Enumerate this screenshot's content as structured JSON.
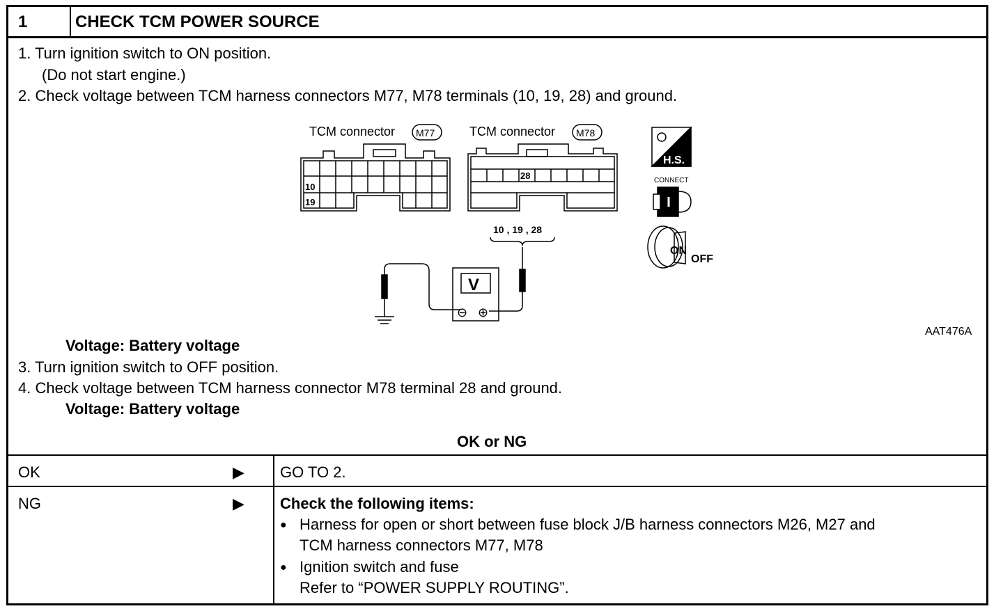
{
  "header": {
    "step": "1",
    "title": "CHECK TCM POWER SOURCE"
  },
  "steps": [
    {
      "text": "1.  Turn ignition switch to ON position."
    },
    {
      "text": "(Do not start engine.)"
    },
    {
      "text": "2.  Check voltage between TCM harness connectors M77, M78 terminals (10, 19, 28) and ground."
    }
  ],
  "diagram": {
    "conn1_label": "TCM connector",
    "conn1_id": "M77",
    "conn2_label": "TCM connector",
    "conn2_id": "M78",
    "term10": "10",
    "term19": "19",
    "term28": "28",
    "probe_terms": "10 , 19 , 28",
    "meter": "V",
    "minus": "⊖",
    "plus": "⊕",
    "connect": "CONNECT",
    "hs": "H.S.",
    "on": "ON",
    "off": "OFF",
    "figure_code": "AAT476A"
  },
  "spec1": "Voltage: Battery voltage",
  "step3": "3.  Turn ignition switch to OFF position.",
  "step4": "4.  Check voltage between TCM harness connector M78 terminal 28 and ground.",
  "spec2": "Voltage: Battery voltage",
  "ok_ng": "OK or NG",
  "ok": {
    "label": "OK",
    "arrow": "▶",
    "action": "GO TO 2."
  },
  "ng": {
    "label": "NG",
    "arrow": "▶",
    "heading": "Check the following items:",
    "bullet": "●",
    "item1a": "Harness for open or short between fuse block J/B harness connectors M26, M27 and",
    "item1b": "TCM harness connectors M77, M78",
    "item2a": "Ignition switch and fuse",
    "item2b": "Refer to “POWER SUPPLY ROUTING”."
  }
}
